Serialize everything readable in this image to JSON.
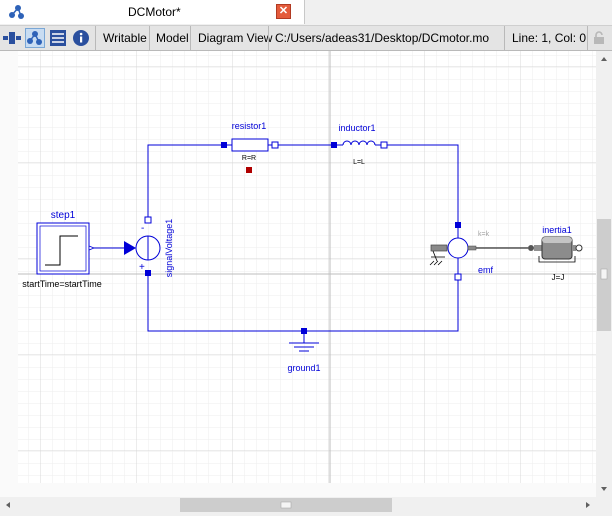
{
  "tab": {
    "title": "DCMotor*",
    "close_symbol": "✕"
  },
  "toolbar": {
    "writable": "Writable",
    "model": "Model",
    "diagram_view": "Diagram View",
    "file_path": "C:/Users/adeas31/Desktop/DCmotor.mo",
    "cursor_pos": "Line: 1, Col: 0"
  },
  "diagram": {
    "step": {
      "name": "step1",
      "param": "startTime=startTime"
    },
    "signal_voltage": {
      "name": "signalVoltage1",
      "minus": "-",
      "plus": "+"
    },
    "resistor": {
      "name": "resistor1",
      "param": "R=R"
    },
    "inductor": {
      "name": "inductor1",
      "param": "L=L"
    },
    "emf": {
      "name": "emf",
      "param": "k=k"
    },
    "inertia": {
      "name": "inertia1",
      "param": "J=J"
    },
    "ground": {
      "name": "ground1"
    }
  },
  "colors": {
    "wire": "#0000d8",
    "toolbar_bg": "#e4e4e4",
    "close": "#e45b3b"
  }
}
